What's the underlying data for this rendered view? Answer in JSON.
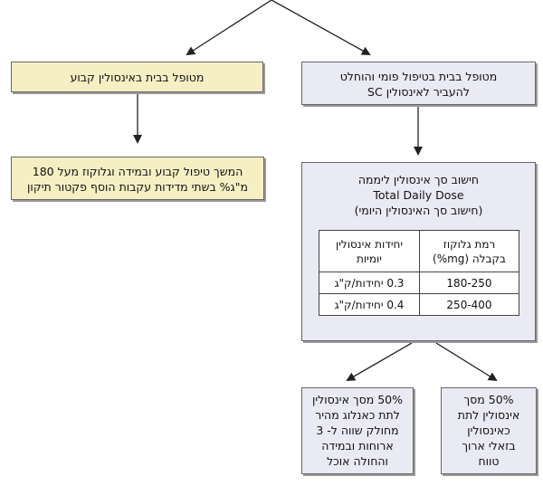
{
  "left_top": {
    "text": "מטופל בבית באינסולין קבוע"
  },
  "right_top": {
    "lines": [
      "מטופל בבית בטיפול פומי והוחלט",
      "להעביר לאינסולין SC"
    ]
  },
  "left_second": {
    "lines": [
      "המשך טיפול קבוע ובמידה וגלוקוז מעל 180",
      "מ\"ג% בשתי מדידות עקבות הוסף פקטור תיקון"
    ]
  },
  "calc": {
    "title": "חישוב סך אינסולין ליממה",
    "subtitle": "Total Daily Dose",
    "note": "(חישוב סך האינסולין היומי)",
    "table": {
      "headers": [
        [
          "רמת גלוקוז",
          "בקבלה (mg%)"
        ],
        [
          "יחידות אינסולין",
          "יומיות"
        ]
      ],
      "rows": [
        {
          "glucose": "180-250",
          "units": "0.3 יחידות/ק\"ג"
        },
        {
          "glucose": "250-400",
          "units": "0.4 יחידות/ק\"ג"
        }
      ]
    }
  },
  "split_left": {
    "lines": [
      "50% מסך אינסולין",
      "לתת כאנלוג מהיר",
      "מחולק שווה ל- 3",
      "ארוחות ובמידה",
      "והחולה אוכל"
    ]
  },
  "split_right": {
    "lines": [
      "50% מסך",
      "אינסולין לתת",
      "כאינסולין",
      "בזאלי ארוך",
      "טווח"
    ]
  }
}
